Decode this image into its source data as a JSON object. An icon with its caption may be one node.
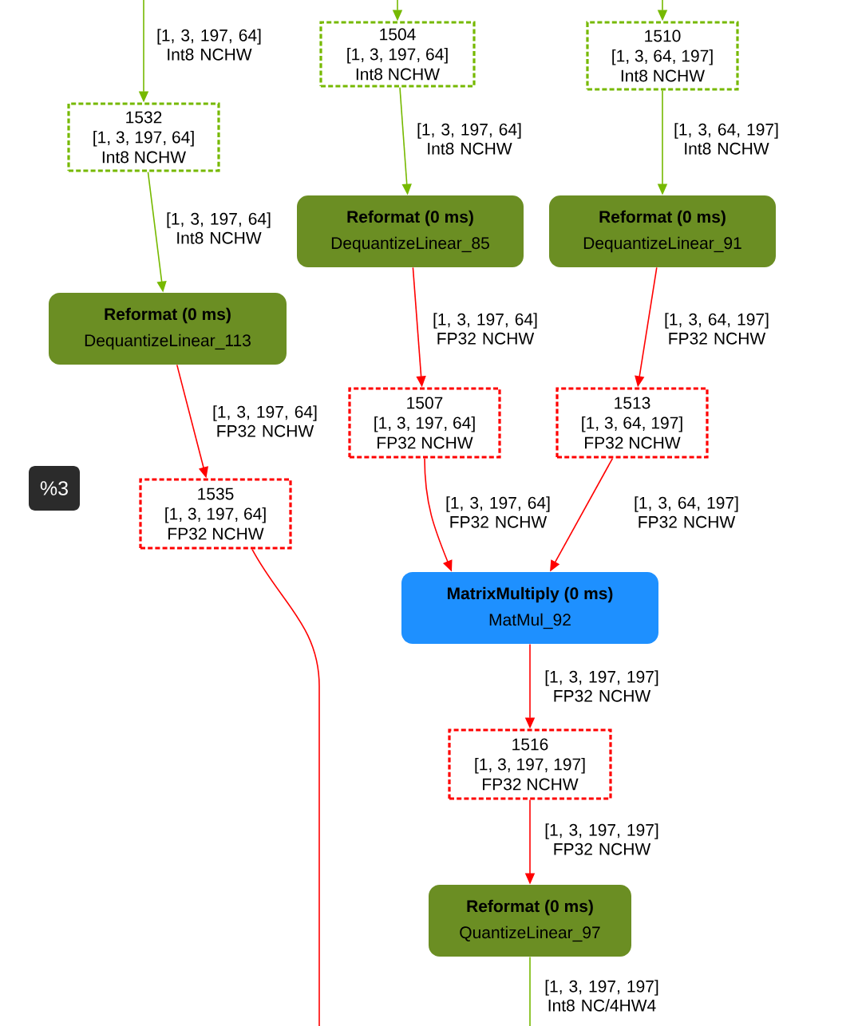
{
  "diagram": {
    "nodes": [
      {
        "text": [
          "1504",
          "[1, 3, 197, 64]",
          "Int8 NCHW"
        ]
      },
      {
        "text": [
          "1510",
          "[1, 3, 64, 197]",
          "Int8 NCHW"
        ]
      },
      {
        "text": [
          "1532",
          "[1, 3, 197, 64]",
          "Int8 NCHW"
        ]
      },
      {
        "text": [
          "Reformat (0 ms)",
          "DequantizeLinear_85"
        ]
      },
      {
        "text": [
          "Reformat (0 ms)",
          "DequantizeLinear_91"
        ]
      },
      {
        "text": [
          "Reformat (0 ms)",
          "DequantizeLinear_113"
        ]
      },
      {
        "text": [
          "1507",
          "[1, 3, 197, 64]",
          "FP32 NCHW"
        ]
      },
      {
        "text": [
          "1513",
          "[1, 3, 64, 197]",
          "FP32 NCHW"
        ]
      },
      {
        "text": [
          "1535",
          "[1, 3, 197, 64]",
          "FP32 NCHW"
        ]
      },
      {
        "text": [
          "%3"
        ]
      },
      {
        "text": [
          "MatrixMultiply (0 ms)",
          "MatMul_92"
        ]
      },
      {
        "text": [
          "1516",
          "[1, 3, 197, 197]",
          "FP32 NCHW"
        ]
      },
      {
        "text": [
          "Reformat (0 ms)",
          "QuantizeLinear_97"
        ]
      }
    ],
    "edges": [
      {
        "from": null,
        "to": 0,
        "arrow": "to",
        "color": "#76b900"
      },
      {
        "from": null,
        "to": 1,
        "arrow": "to",
        "color": "#76b900"
      },
      {
        "from": null,
        "to": 2,
        "arrow": "to",
        "color": "#76b900",
        "label": "[1, 3, 197, 64] Int8 NCHW"
      },
      {
        "from": 2,
        "to": 5,
        "arrow": "to",
        "color": "#76b900",
        "label": "[1, 3, 197, 64] Int8 NCHW"
      },
      {
        "from": 0,
        "to": 3,
        "arrow": "to",
        "color": "#76b900",
        "label": "[1, 3, 197, 64] Int8 NCHW"
      },
      {
        "from": 1,
        "to": 4,
        "arrow": "to",
        "color": "#76b900",
        "label": "[1, 3, 64, 197] Int8 NCHW"
      },
      {
        "from": 5,
        "to": 8,
        "arrow": "to",
        "label": "[1, 3, 197, 64] FP32 NCHW"
      },
      {
        "from": 3,
        "to": 6,
        "arrow": "to",
        "label": "[1, 3, 197, 64] FP32 NCHW"
      },
      {
        "from": 4,
        "to": 7,
        "arrow": "to",
        "label": "[1, 3, 64, 197] FP32 NCHW"
      },
      {
        "from": 6,
        "to": 10,
        "arrow": "to",
        "label": "[1, 3, 197, 64] FP32 NCHW"
      },
      {
        "from": 7,
        "to": 10,
        "arrow": "to",
        "label": "[1, 3, 64, 197] FP32 NCHW"
      },
      {
        "from": 8,
        "to": null,
        "arrow": "none"
      },
      {
        "from": 10,
        "to": 11,
        "arrow": "to",
        "label": "[1, 3, 197, 197] FP32 NCHW"
      },
      {
        "from": 11,
        "to": 12,
        "arrow": "to",
        "label": "[1, 3, 197, 197] FP32 NCHW"
      },
      {
        "from": 12,
        "to": null,
        "arrow": "none",
        "color": "#76b900",
        "label": "[1, 3, 197, 197] Int8 NC/4HW4"
      }
    ]
  }
}
